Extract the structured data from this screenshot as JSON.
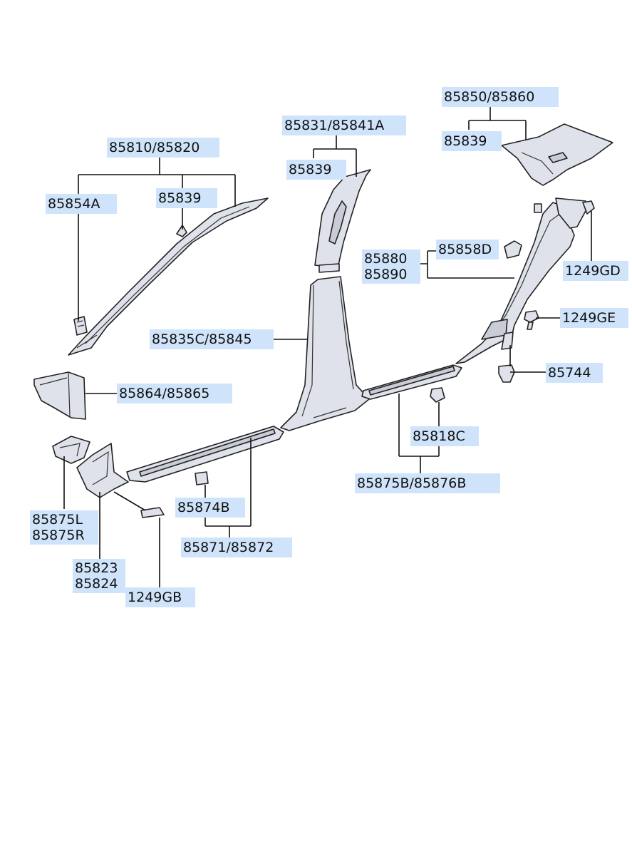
{
  "labels": {
    "a_pillar_pair": "85810/85820",
    "a_pillar_clip": "85854A",
    "a_pillar_fastener": "85839",
    "b_pillar_upper_pair": "85831/85841A",
    "b_pillar_upper_fastener": "85839",
    "c_pillar_pair": "85850/85860",
    "c_pillar_fastener": "85839",
    "clip_85858d": "85858D",
    "rear_trim_1": "85880",
    "rear_trim_2": "85890",
    "bolt_gd": "1249GD",
    "bolt_ge": "1249GE",
    "b_pillar_lower_pair": "85835C/85845",
    "push_clip": "85744",
    "kick_panel_pair": "85864/85865",
    "rear_clip": "85818C",
    "rear_scuff_pair": "85875B/85876B",
    "front_clip": "85874B",
    "front_scuff_pair": "85871/85872",
    "bracket_l": "85875L",
    "bracket_r": "85875R",
    "cowl_trim_1": "85823",
    "cowl_trim_2": "85824",
    "screw_gb": "1249GB"
  },
  "colors": {
    "label_bg": "#cfe4fb",
    "part_fill": "#dfe2ea",
    "line": "#111111"
  }
}
